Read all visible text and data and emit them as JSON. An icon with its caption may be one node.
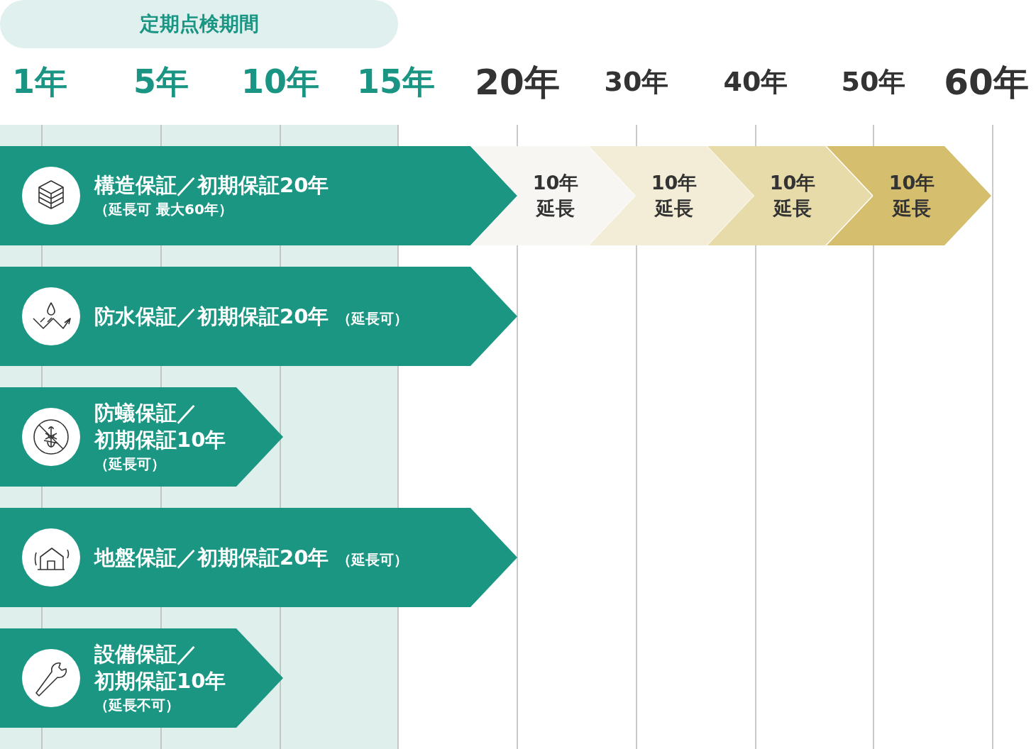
{
  "diagram": {
    "nodes": [
      {
        "text": [
          "定期点検期間"
        ]
      },
      {
        "text": [
          "構造保証／初期保証20年",
          "（延長可 最大60年）"
        ]
      },
      {
        "text": [
          "10年延長"
        ]
      },
      {
        "text": [
          "10年延長"
        ]
      },
      {
        "text": [
          "10年延長"
        ]
      },
      {
        "text": [
          "10年延長"
        ]
      },
      {
        "text": [
          "防水保証／初期保証20年",
          "（延長可）"
        ]
      },
      {
        "text": [
          "防蟻保証／初期保証10年",
          "（延長可）"
        ]
      },
      {
        "text": [
          "地盤保証／初期保証20年",
          "（延長可）"
        ]
      },
      {
        "text": [
          "設備保証／初期保証10年",
          "（延長不可）"
        ]
      }
    ],
    "edges": [],
    "labels": [
      "1年",
      "5年",
      "10年",
      "15年",
      "20年",
      "30年",
      "40年",
      "50年",
      "60年"
    ]
  }
}
